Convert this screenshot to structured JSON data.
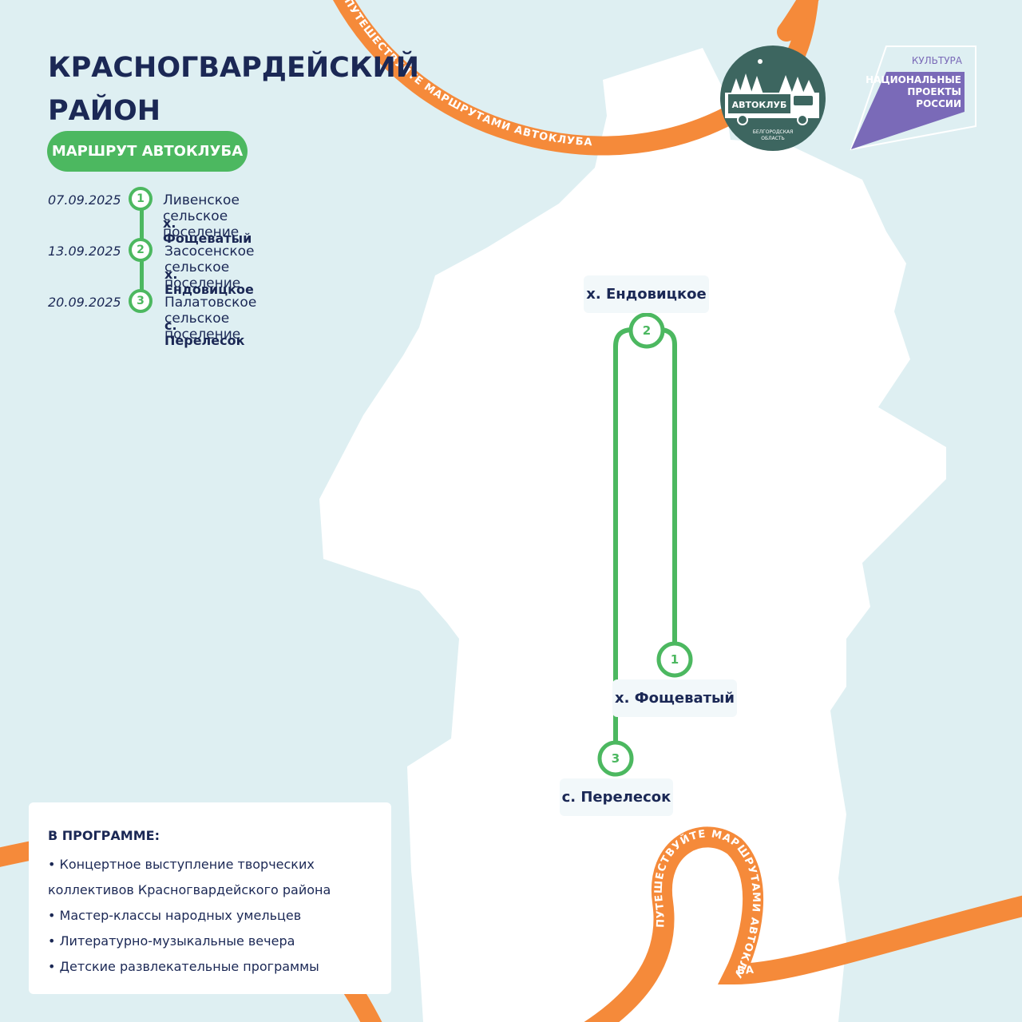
{
  "title": "КРАСНОГВАРДЕЙСКИЙ РАЙОН",
  "route_button": "МАРШРУТ АВТОКЛУБА",
  "schedule": [
    {
      "num": "1",
      "date": "07.09.2025",
      "settlement": "Ливенское сельское поселение",
      "village": "х. Фощеватый"
    },
    {
      "num": "2",
      "date": "13.09.2025",
      "settlement": "Засосенское сельское поселение",
      "village": "х. Ендовицкое"
    },
    {
      "num": "3",
      "date": "20.09.2025",
      "settlement": "Палатовское сельское поселение",
      "village": "с. Перелесок"
    }
  ],
  "map_stops": [
    {
      "num": "2",
      "label": "х. Ендовицкое"
    },
    {
      "num": "1",
      "label": "х. Фощеватый"
    },
    {
      "num": "3",
      "label": "с. Перелесок"
    }
  ],
  "program": {
    "title": "В ПРОГРАММЕ:",
    "items": [
      "• Концертное выступление творческих коллективов Красногвардейского района",
      "• Мастер-классы народных умельцев",
      "• Литературно-музыкальные вечера",
      "• Детские развлекательные программы"
    ]
  },
  "logos": {
    "autoclub_name": "АВТОКЛУБ",
    "autoclub_region_1": "БЕЛГОРОДСКАЯ",
    "autoclub_region_2": "ОБЛАСТЬ",
    "culture": "КУЛЬТУРА",
    "np_line1": "НАЦИОНАЛЬНЫЕ",
    "np_line2": "ПРОЕКТЫ",
    "np_line3": "РОССИИ"
  },
  "ribbon_text": "ПУТЕШЕСТВУЙТЕ МАРШРУТАМИ АВТОКЛУБА",
  "colors": {
    "background": "#deeff2",
    "map_region": "#ffffff",
    "route_green": "#4cb860",
    "navy_text": "#1b2855",
    "ribbon_orange": "#f58a3a",
    "logo_dark_green": "#3d6660",
    "national_projects_purple": "#7a6ab8"
  }
}
